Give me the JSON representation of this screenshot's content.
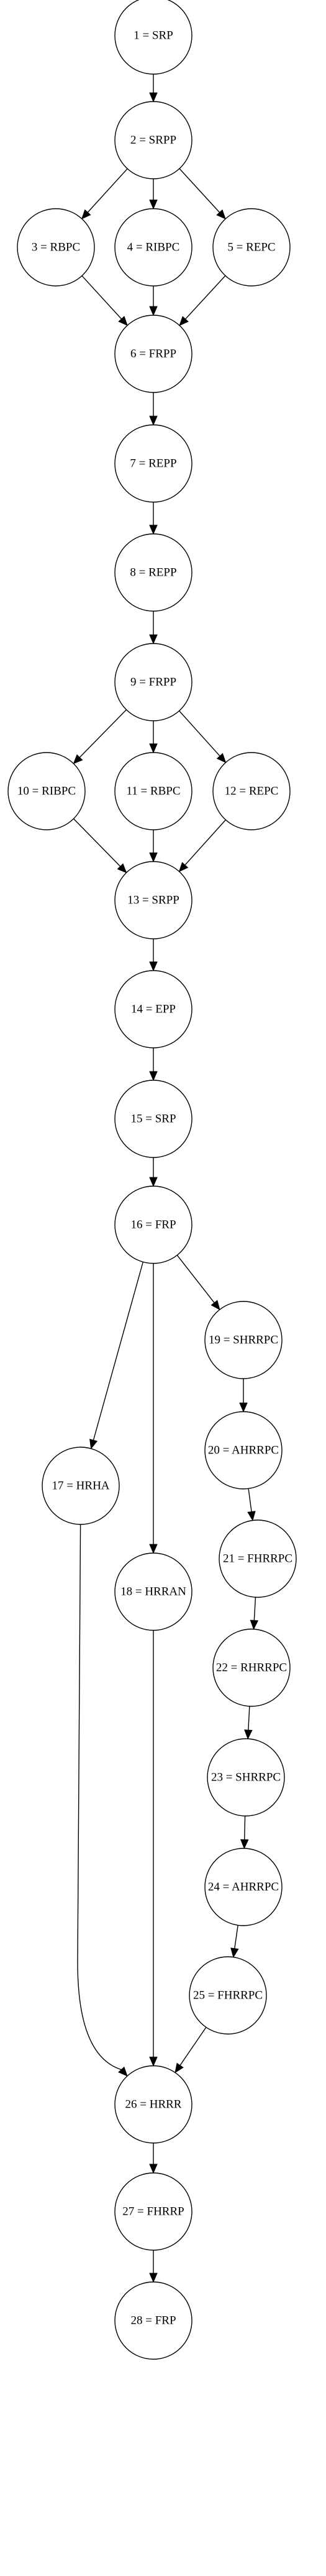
{
  "diagram": {
    "nodes": [
      {
        "id": "1",
        "label": "1 = SRP"
      },
      {
        "id": "2",
        "label": "2 = SRPP"
      },
      {
        "id": "3",
        "label": "3 = RBPC"
      },
      {
        "id": "4",
        "label": "4 = RIBPC"
      },
      {
        "id": "5",
        "label": "5 = REPC"
      },
      {
        "id": "6",
        "label": "6 = FRPP"
      },
      {
        "id": "7",
        "label": "7 = REPP"
      },
      {
        "id": "8",
        "label": "8 = REPP"
      },
      {
        "id": "9",
        "label": "9 = FRPP"
      },
      {
        "id": "10",
        "label": "10 = RIBPC"
      },
      {
        "id": "11",
        "label": "11 = RBPC"
      },
      {
        "id": "12",
        "label": "12 = REPC"
      },
      {
        "id": "13",
        "label": "13 = SRPP"
      },
      {
        "id": "14",
        "label": "14 = EPP"
      },
      {
        "id": "15",
        "label": "15 = SRP"
      },
      {
        "id": "16",
        "label": "16 = FRP"
      },
      {
        "id": "17",
        "label": "17 = HRHA"
      },
      {
        "id": "18",
        "label": "18 = HRRAN"
      },
      {
        "id": "19",
        "label": "19 = SHRRPC"
      },
      {
        "id": "20",
        "label": "20 = AHRRPC"
      },
      {
        "id": "21",
        "label": "21 = FHRRPC"
      },
      {
        "id": "22",
        "label": "22 = RHRRPC"
      },
      {
        "id": "23",
        "label": "23 = SHRRPC"
      },
      {
        "id": "24",
        "label": "24 = AHRRPC"
      },
      {
        "id": "25",
        "label": "25 = FHRRPC"
      },
      {
        "id": "26",
        "label": "26 = HRRR"
      },
      {
        "id": "27",
        "label": "27 = FHRRP"
      },
      {
        "id": "28",
        "label": "28 = FRP"
      }
    ],
    "edges": [
      {
        "from": "1",
        "to": "2"
      },
      {
        "from": "2",
        "to": "3"
      },
      {
        "from": "2",
        "to": "4"
      },
      {
        "from": "2",
        "to": "5"
      },
      {
        "from": "3",
        "to": "6"
      },
      {
        "from": "4",
        "to": "6"
      },
      {
        "from": "5",
        "to": "6"
      },
      {
        "from": "6",
        "to": "7"
      },
      {
        "from": "7",
        "to": "8"
      },
      {
        "from": "8",
        "to": "9"
      },
      {
        "from": "9",
        "to": "10"
      },
      {
        "from": "9",
        "to": "11"
      },
      {
        "from": "9",
        "to": "12"
      },
      {
        "from": "10",
        "to": "13"
      },
      {
        "from": "11",
        "to": "13"
      },
      {
        "from": "12",
        "to": "13"
      },
      {
        "from": "13",
        "to": "14"
      },
      {
        "from": "14",
        "to": "15"
      },
      {
        "from": "15",
        "to": "16"
      },
      {
        "from": "16",
        "to": "17"
      },
      {
        "from": "16",
        "to": "18"
      },
      {
        "from": "16",
        "to": "19"
      },
      {
        "from": "19",
        "to": "20"
      },
      {
        "from": "20",
        "to": "21"
      },
      {
        "from": "21",
        "to": "22"
      },
      {
        "from": "22",
        "to": "23"
      },
      {
        "from": "23",
        "to": "24"
      },
      {
        "from": "24",
        "to": "25"
      },
      {
        "from": "17",
        "to": "26"
      },
      {
        "from": "18",
        "to": "26"
      },
      {
        "from": "25",
        "to": "26"
      },
      {
        "from": "26",
        "to": "27"
      },
      {
        "from": "27",
        "to": "28"
      }
    ]
  }
}
